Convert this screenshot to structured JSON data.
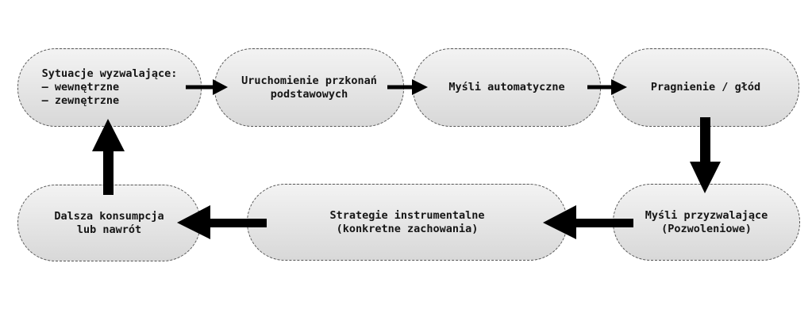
{
  "diagram": {
    "nodes": [
      {
        "id": "n1",
        "text": "Sytuacje wyzwalające:\n– wewnętrzne\n– zewnętrzne"
      },
      {
        "id": "n2",
        "text": "Uruchomienie przkonań\npodstawowych"
      },
      {
        "id": "n3",
        "text": "Myśli automatyczne"
      },
      {
        "id": "n4",
        "text": "Pragnienie / głód"
      },
      {
        "id": "n5",
        "text": "Myśli przyzwalające\n(Pozwoleniowe)"
      },
      {
        "id": "n6",
        "text": "Strategie instrumentalne\n(konkretne zachowania)"
      },
      {
        "id": "n7",
        "text": "Dalsza konsumpcja\nlub nawrót"
      }
    ],
    "edges": [
      {
        "from": "n1",
        "to": "n2"
      },
      {
        "from": "n2",
        "to": "n3"
      },
      {
        "from": "n3",
        "to": "n4"
      },
      {
        "from": "n4",
        "to": "n5"
      },
      {
        "from": "n5",
        "to": "n6"
      },
      {
        "from": "n6",
        "to": "n7"
      },
      {
        "from": "n7",
        "to": "n1"
      }
    ],
    "colors": {
      "arrow": "#000000",
      "node_border": "#555555",
      "node_fill_top": "#f3f3f3",
      "node_fill_bottom": "#d8d8d8",
      "text": "#151515"
    }
  }
}
